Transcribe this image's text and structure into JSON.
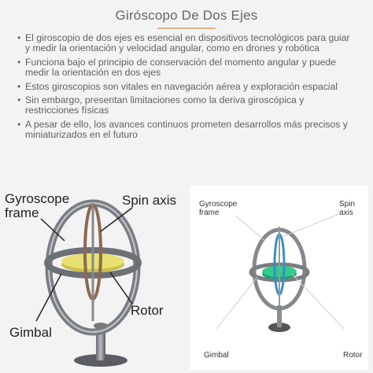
{
  "page": {
    "title": "Giróscopo De Dos Ejes",
    "accent": "#e0b48c"
  },
  "bullets": [
    "El giroscopio de dos ejes es esencial en dispositivos tecnológicos para guiar y medir la orientación y velocidad angular, como en drones y robótica",
    "Funciona bajo el principio de conservación del momento angular y puede medir la orientación en dos ejes",
    "Estos giroscopios son vitales en navegación aérea y exploración espacial",
    "Sin embargo, presentan limitaciones como la deriva giroscópica y restricciones físicas",
    "A pesar de ello, los avances continuos prometen desarrollos más precisos y miniaturizados en el futuro"
  ],
  "left_figure": {
    "labels": {
      "frame": "Gyroscope frame",
      "spin_axis": "Spin axis",
      "gimbal": "Gimbal",
      "rotor": "Rotor"
    },
    "rotor_color": "#e8e070"
  },
  "right_figure": {
    "labels": {
      "frame": "Gyroscope frame",
      "spin_axis": "Spin axis",
      "gimbal": "Gimbal",
      "rotor": "Rotor"
    },
    "rotor_color": "#2ecc8e"
  }
}
